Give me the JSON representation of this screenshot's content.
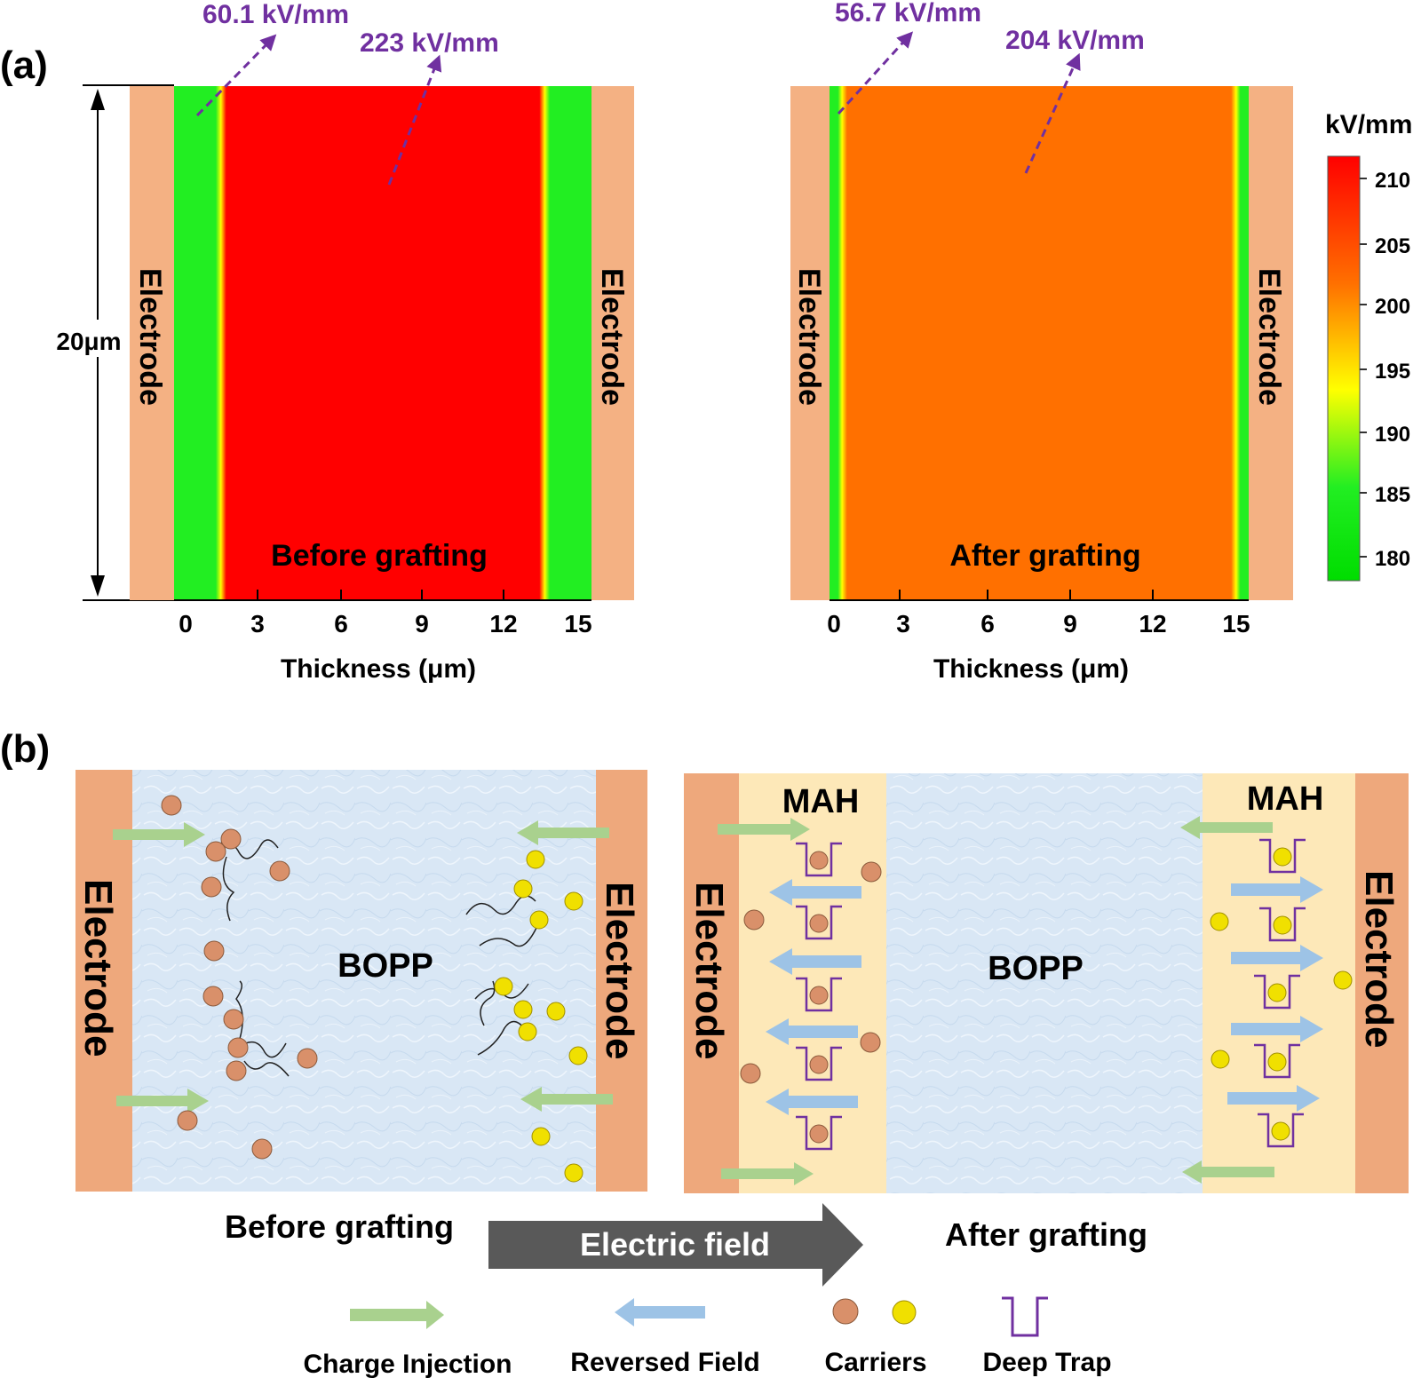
{
  "panel_a": {
    "label": "(a)",
    "dimension_label": "20μm",
    "colorbar": {
      "unit": "kV/mm",
      "ticks": [
        "210",
        "205",
        "200",
        "195",
        "190",
        "185",
        "180"
      ]
    },
    "left": {
      "electrode_left": "Electrode",
      "electrode_right": "Electrode",
      "caption": "Before grafting",
      "annotation_edge": "60.1 kV/mm",
      "annotation_center": "223 kV/mm",
      "x_ticks": [
        "0",
        "3",
        "6",
        "9",
        "12",
        "15"
      ],
      "xlabel": "Thickness (μm)"
    },
    "right": {
      "electrode_left": "Electrode",
      "electrode_right": "Electrode",
      "caption": "After grafting",
      "annotation_edge": "56.7 kV/mm",
      "annotation_center": "204 kV/mm",
      "x_ticks": [
        "0",
        "3",
        "6",
        "9",
        "12",
        "15"
      ],
      "xlabel": "Thickness (μm)"
    }
  },
  "panel_b": {
    "label": "(b)",
    "left": {
      "electrode_left": "Electrode",
      "electrode_right": "Electrode",
      "material": "BOPP"
    },
    "right": {
      "electrode_left": "Electrode",
      "electrode_right": "Electrode",
      "material": "BOPP",
      "layer_left": "MAH",
      "layer_right": "MAH"
    },
    "caption_before": "Before grafting",
    "caption_after": "After grafting",
    "field_arrow": "Electric field",
    "legend": {
      "charge_injection": "Charge Injection",
      "reversed_field": "Reversed Field",
      "carriers": "Carriers",
      "deep_trap": "Deep Trap"
    }
  },
  "colors": {
    "electrode_a": "#f4b183",
    "electrode_b": "#eea87c",
    "field_high": "#ff0000",
    "field_mid": "#ff7000",
    "field_low": "#22ee22",
    "annotation": "#7030a0",
    "mah_layer": "#fde8b8",
    "bopp": "#d9e7f5",
    "injection_arrow": "#a9d18e",
    "reversed_arrow": "#9dc3e6",
    "trap": "#7030a0",
    "hole_carrier": "#d9906a",
    "electron_carrier": "#f0e000",
    "field_arrow": "#595959"
  }
}
